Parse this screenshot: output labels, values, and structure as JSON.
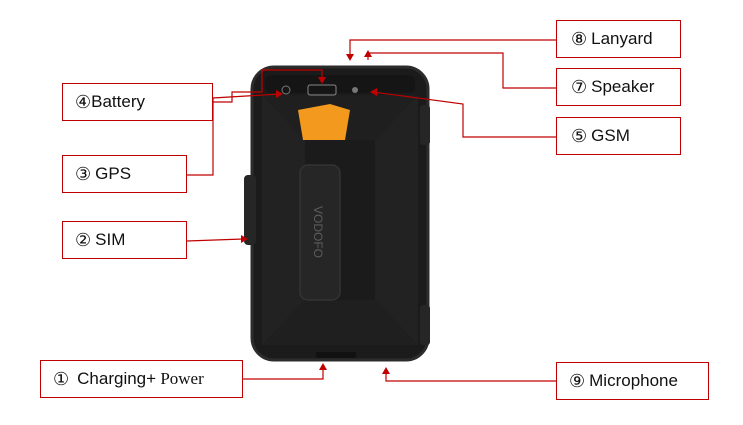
{
  "device": {
    "brand": "VODOFO",
    "colors": {
      "body": "#1b1b1b",
      "body_edge": "#2c2c2c",
      "button": "#f39a1e",
      "leader": "#c00000"
    }
  },
  "callouts": [
    {
      "id": "lanyard",
      "number": "⑧",
      "label": "Lanyard"
    },
    {
      "id": "speaker",
      "number": "⑦",
      "label": "Speaker"
    },
    {
      "id": "battery",
      "number": "④",
      "label": "Battery"
    },
    {
      "id": "gsm",
      "number": "⑤",
      "label": "GSM"
    },
    {
      "id": "gps",
      "number": "③",
      "label": "GPS"
    },
    {
      "id": "sim",
      "number": "②",
      "label": "SIM"
    },
    {
      "id": "charging",
      "number": "①",
      "label": "Charging+",
      "label_suffix": " Power"
    },
    {
      "id": "microphone",
      "number": "⑨",
      "label": "Microphone"
    }
  ]
}
